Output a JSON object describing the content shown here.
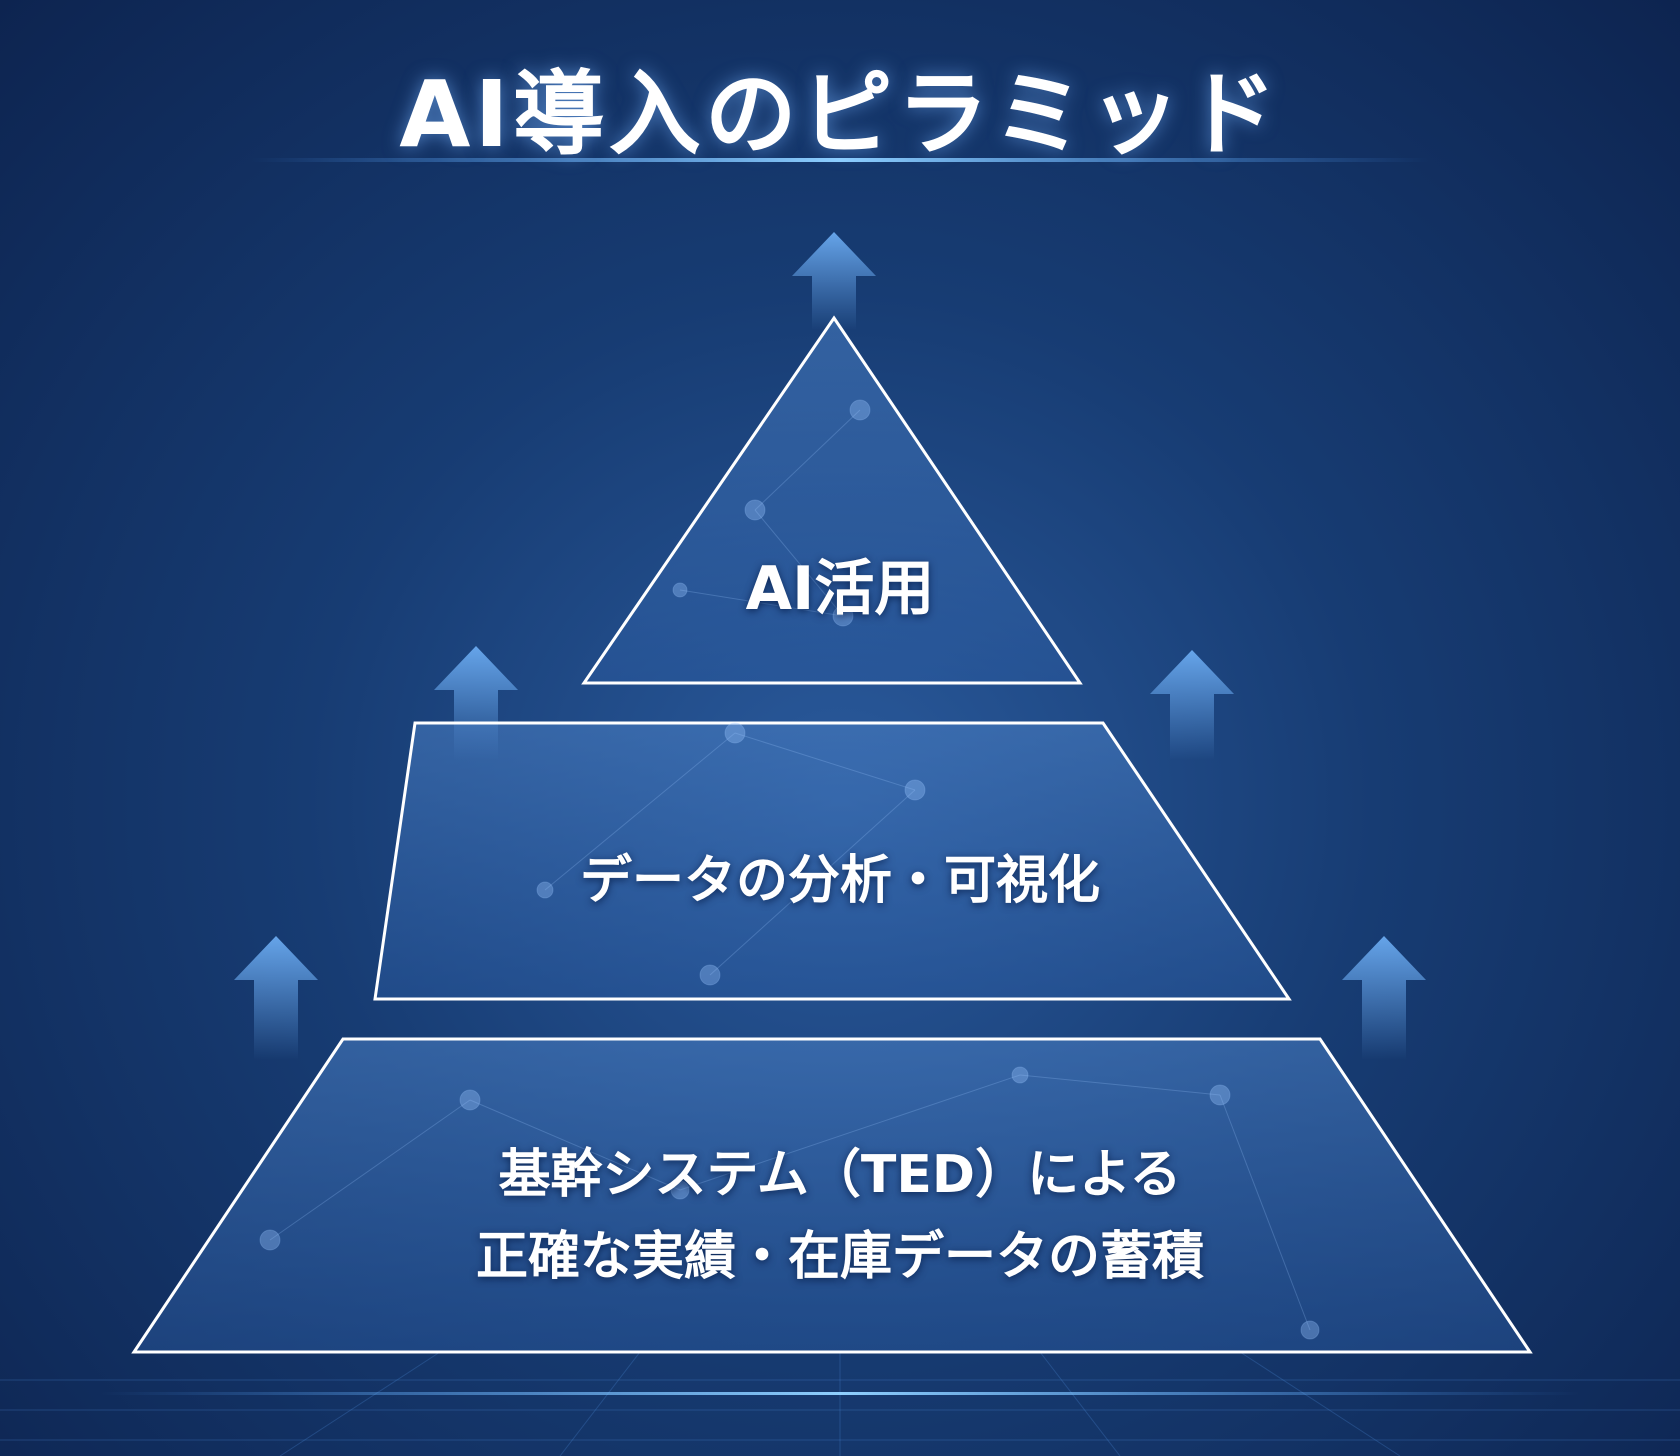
{
  "title": "AI導入のピラミッド",
  "levels": [
    {
      "label": "AI活用"
    },
    {
      "label": "データの分析・可視化"
    },
    {
      "line1": "基幹システム（TED）による",
      "line2": "正確な実績・在庫データの蓄積"
    }
  ],
  "colors": {
    "background": "#173c73",
    "outline": "#ffffff",
    "arrow": "#5b9be0",
    "fill": "#3a6cb0"
  }
}
